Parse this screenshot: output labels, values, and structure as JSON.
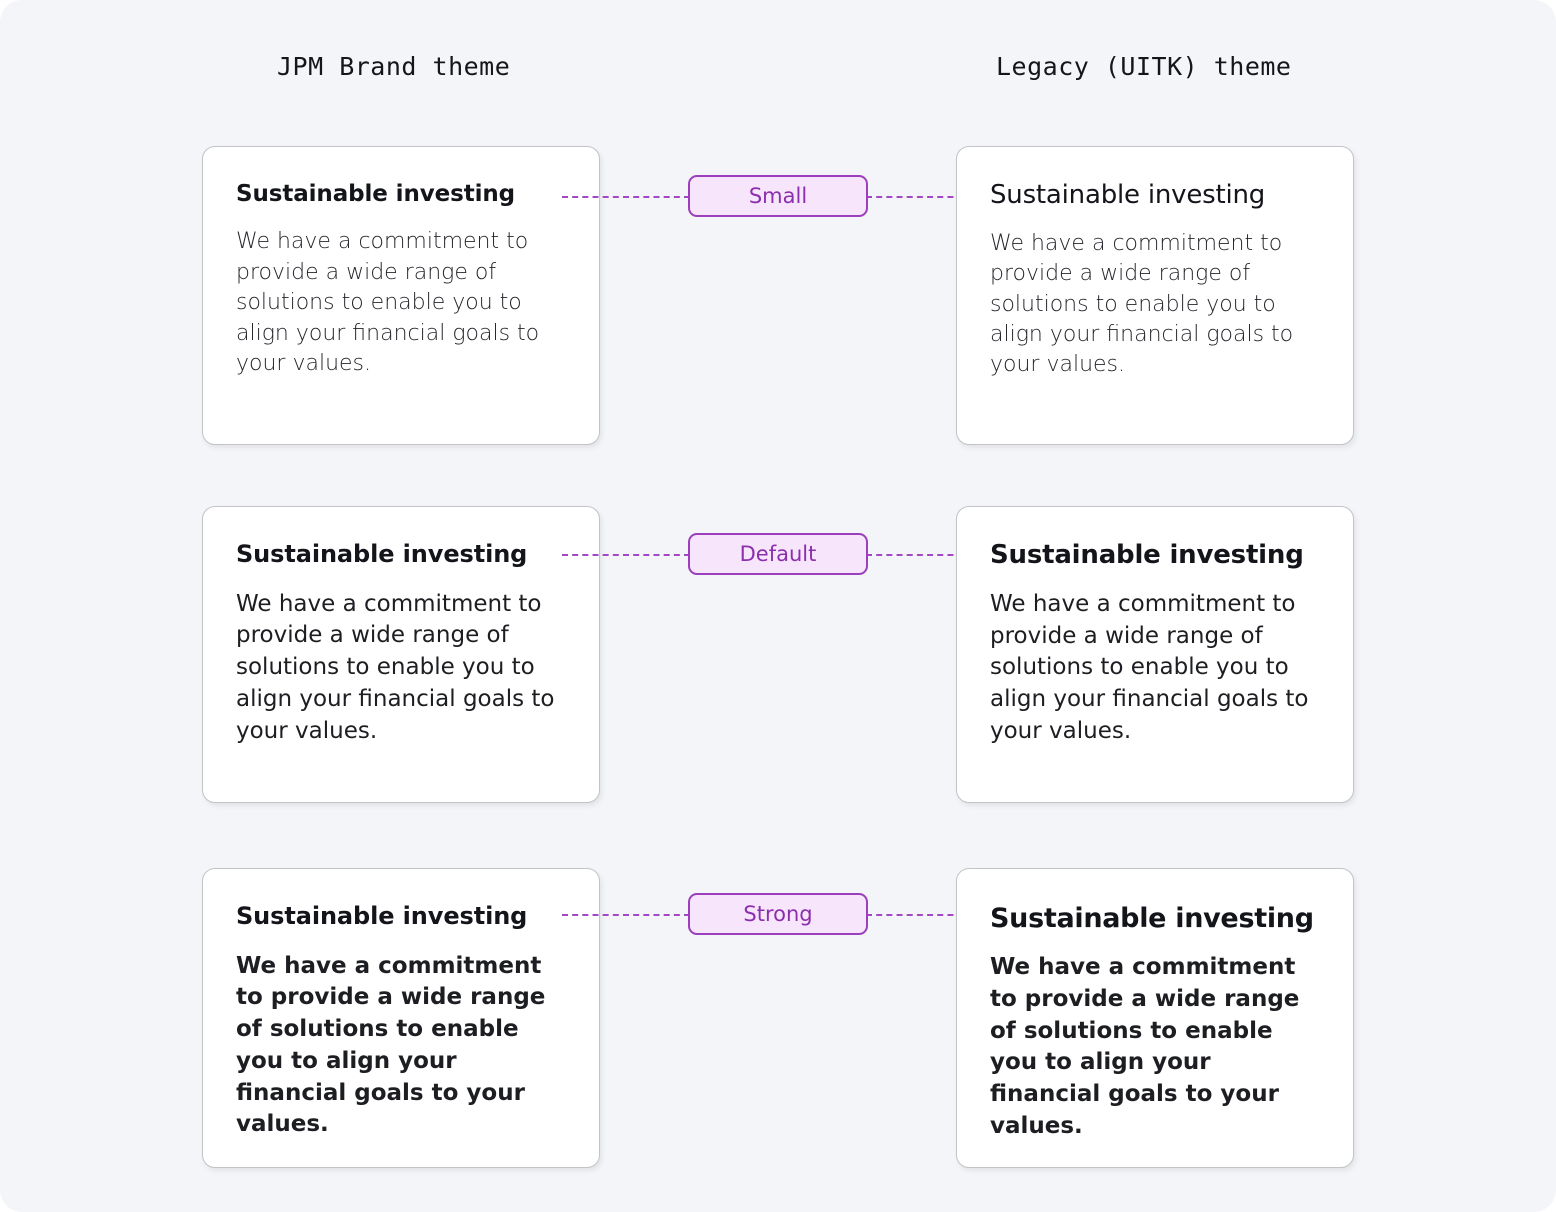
{
  "columns": {
    "left": {
      "header": "JPM Brand theme"
    },
    "right": {
      "header": "Legacy (UITK) theme"
    }
  },
  "rows": [
    {
      "emphasis_label": "Small",
      "left": {
        "title": "Sustainable investing",
        "body": "We have a commitment to provide a wide range of solutions to enable you to align your financial goals to your values."
      },
      "right": {
        "title": "Sustainable investing",
        "body": "We have a commitment to provide a wide range of solutions to enable you to align your financial goals to your values."
      }
    },
    {
      "emphasis_label": "Default",
      "left": {
        "title": "Sustainable investing",
        "body": "We have a commitment to provide a wide range of solutions to enable you to align your financial goals to your values."
      },
      "right": {
        "title": "Sustainable investing",
        "body": "We have a commitment to provide a wide range of solutions to enable you to align your financial goals to your values."
      }
    },
    {
      "emphasis_label": "Strong",
      "left": {
        "title": "Sustainable investing",
        "body": "We have a commitment to provide a wide range of solutions to enable you to align your financial goals to your values."
      },
      "right": {
        "title": "Sustainable investing",
        "body": "We have a commitment to provide a wide range of solutions to enable you to align your financial goals to your values."
      }
    }
  ],
  "colors": {
    "page_background": "#f4f5f8",
    "card_background": "#ffffff",
    "card_border": "#c3c4c6",
    "text_primary": "#14151a",
    "badge_fill": "#f7e5fc",
    "badge_border": "#9c3fbd",
    "badge_text": "#8b2fae",
    "connector_line": "#a348c4"
  }
}
